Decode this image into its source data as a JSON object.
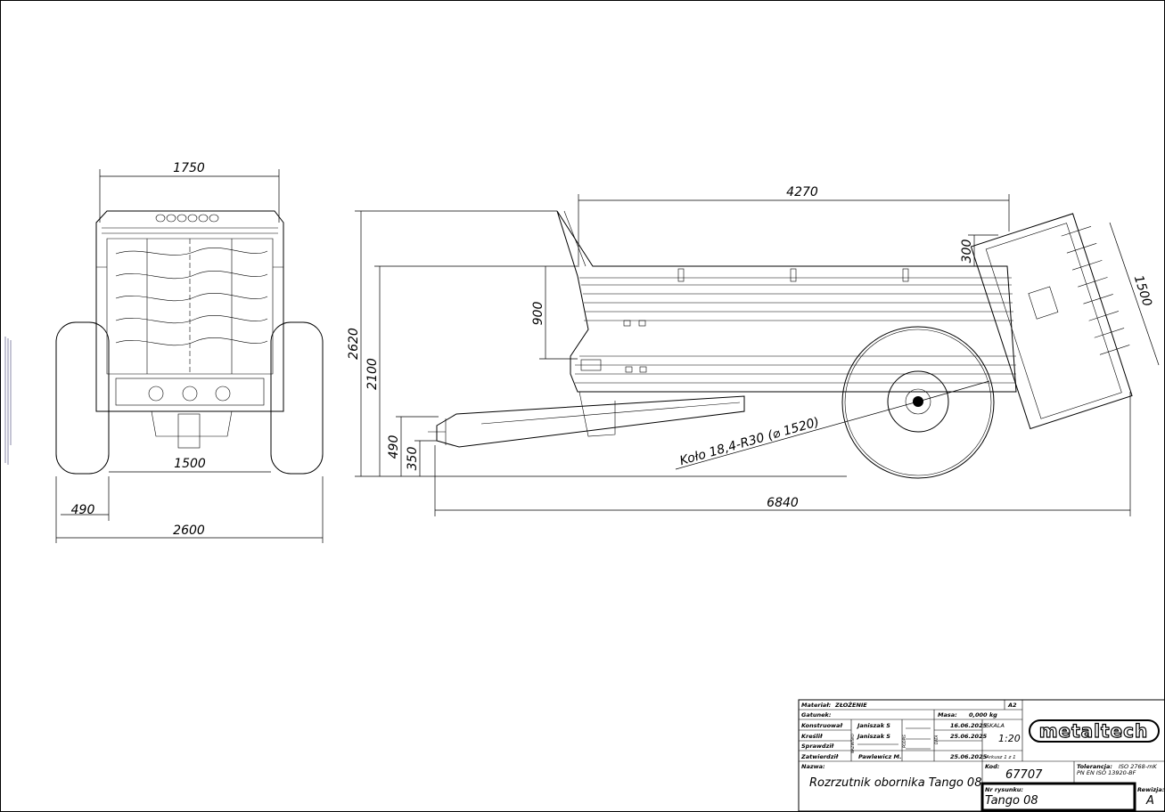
{
  "dimensions": {
    "front_width_top": "1750",
    "front_track": "1500",
    "front_wheel_width": "490",
    "front_overall_width": "2600",
    "side_box_length": "4270",
    "side_overall_height": "2620",
    "side_box_height": "2100",
    "side_wall_height": "900",
    "side_hitch_height": "490",
    "side_drawbar_height": "350",
    "side_overall_length": "6840",
    "side_extension": "300",
    "side_beater_height": "1500",
    "wheel_label": "Koło 18,4-R30 (⌀ 1520)"
  },
  "title_block": {
    "material_label": "Materiał:",
    "material_value": "ZŁOŻENIE",
    "format": "A2",
    "grade_label": "Gatunek:",
    "mass_label": "Masa:",
    "mass_value": "0,000 kg",
    "designed_label": "Konstruował",
    "drawn_label": "Kreślił",
    "checked_label": "Sprawdził",
    "approved_label": "Zatwierdził",
    "names_header": "NAZWISKO",
    "signature_header": "PODPIS",
    "date_header": "DATA",
    "designed_name": "Janiszak S",
    "drawn_name": "Janiszak S",
    "approved_name": "Pawlewicz M.",
    "designed_date": "16.06.2025",
    "drawn_date": "25.06.2025",
    "approved_date": "25.06.2025",
    "scale_label": "SKALA",
    "scale_value": "1:20",
    "sheet": "Arkusz 1 z 1",
    "name_label": "Nazwa:",
    "name_value": "Rozrzutnik obornika Tango 08",
    "code_label": "Kod:",
    "code_value": "67707",
    "tolerance_label": "Tolerancja:",
    "tolerance_1": "ISO 2768-mK",
    "tolerance_2": "PN EN ISO 13920-BF",
    "drawing_no_label": "Nr rysunku:",
    "drawing_no_value": "Tango 08",
    "revision_label": "Rewizja:",
    "revision_value": "A",
    "logo": "metaltech"
  }
}
